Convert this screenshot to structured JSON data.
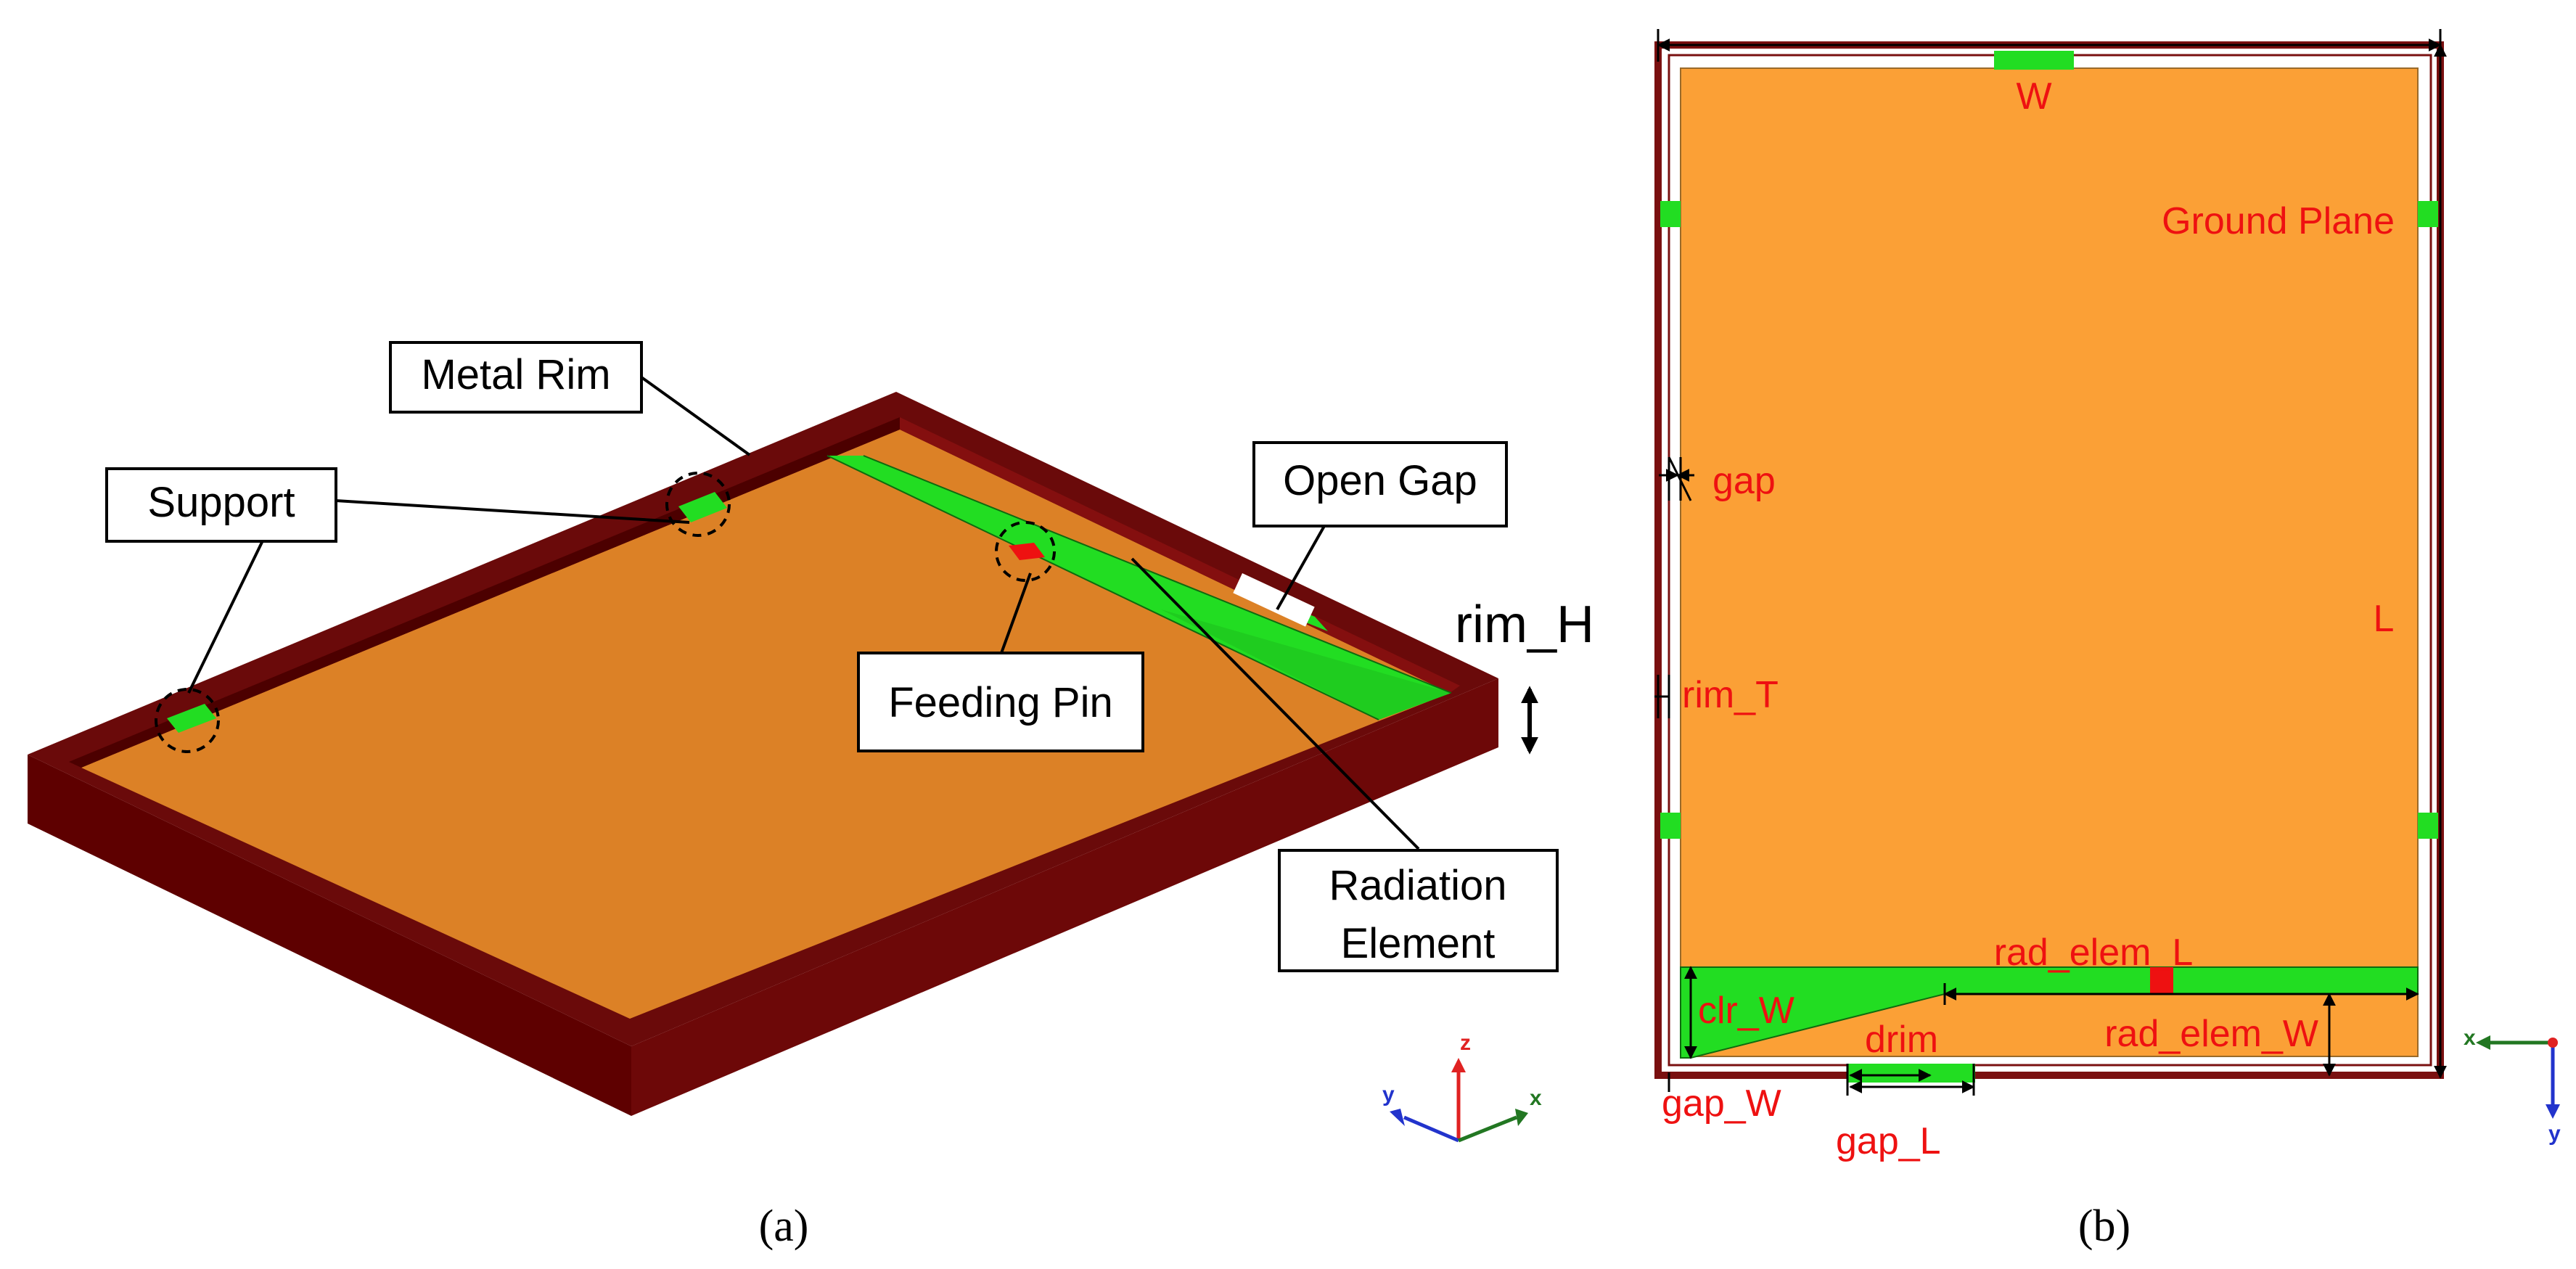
{
  "panel_a": {
    "caption": "(a)",
    "callouts": {
      "metal_rim": "Metal Rim",
      "support": "Support",
      "open_gap": "Open Gap",
      "feeding_pin": "Feeding Pin",
      "radiation_element_line1": "Radiation",
      "radiation_element_line2": "Element"
    },
    "dimension_label": "rim_H",
    "axes": {
      "z": "z",
      "y": "y",
      "x": "x"
    }
  },
  "panel_b": {
    "caption": "(b)",
    "labels": {
      "w": "W",
      "ground_plane": "Ground Plane",
      "gap": "gap",
      "l": "L",
      "rim_t": "rim_T",
      "rad_elem_l": "rad_elem_L",
      "clr_w": "clr_W",
      "drim": "drim",
      "rad_elem_w": "rad_elem_W",
      "gap_w": "gap_W",
      "gap_l": "gap_L"
    },
    "axes": {
      "x": "x",
      "y": "y"
    }
  },
  "colors": {
    "rim_dark": "#5e0000",
    "rim_mid": "#7a1010",
    "board_orange": "#dc8126",
    "plane_orange": "#fba036",
    "support_green": "#22dd22",
    "feed_red": "#ee1111",
    "label_red": "#ee1111"
  }
}
